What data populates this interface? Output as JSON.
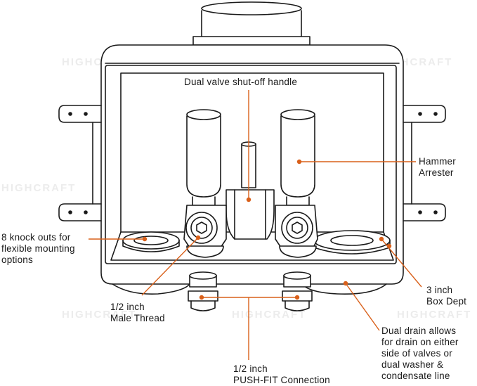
{
  "callouts": {
    "shutoff_handle": "Dual valve shut-off handle",
    "hammer_arrester": "Hammer\nArrester",
    "knock_outs": "8 knock outs for\nflexible mounting\noptions",
    "box_depth": "3 inch\nBox Dept",
    "male_thread": "1/2 inch\nMale Thread",
    "dual_drain": "Dual drain allows\nfor drain on either\nside of valves or\ndual washer &\ncondensate line",
    "push_fit": "1/2 inch\nPUSH-FIT Connection"
  },
  "watermark": "HIGHCRAFT",
  "colors": {
    "accent": "#d9601a",
    "line": "#1a1a1a",
    "watermark": "#ededed"
  }
}
